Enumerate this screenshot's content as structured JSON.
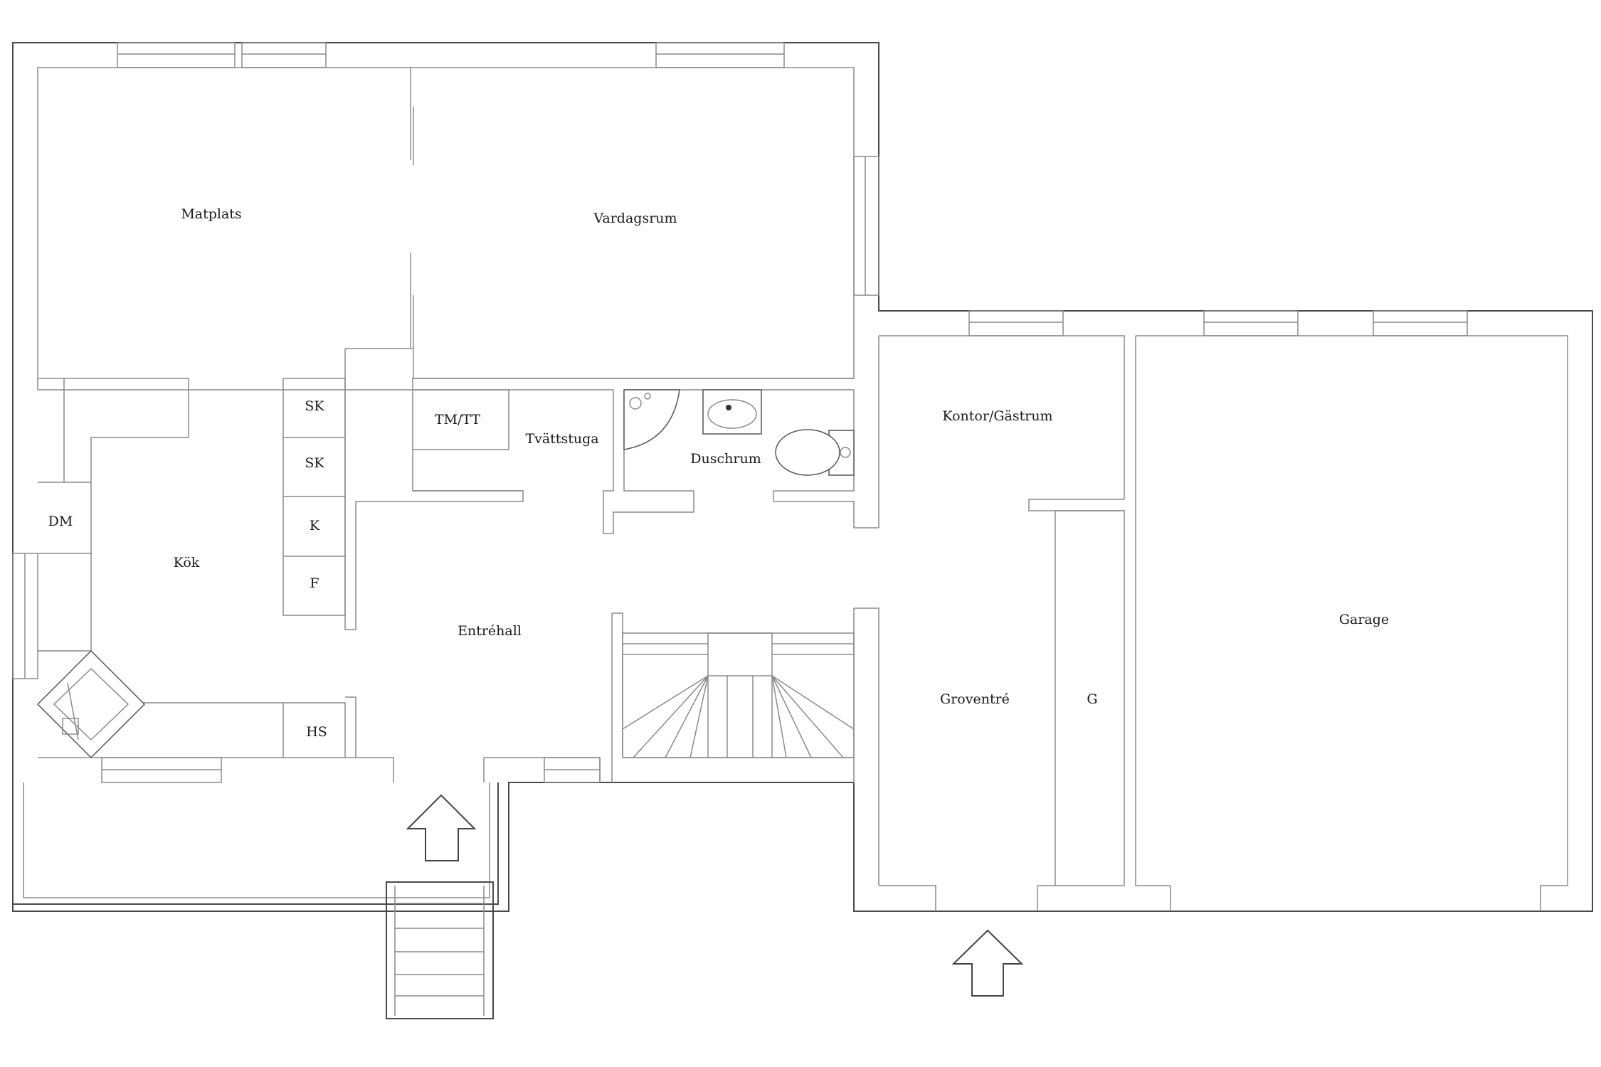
{
  "rooms": {
    "matplats": "Matplats",
    "vardagsrum": "Vardagsrum",
    "kok": "Kök",
    "entrehall": "Entréhall",
    "tvattstuga": "Tvättstuga",
    "duschrum": "Duschrum",
    "kontor": "Kontor/Gästrum",
    "groventre": "Groventré",
    "garage": "Garage"
  },
  "fixtures": {
    "sk1": "SK",
    "sk2": "SK",
    "k": "K",
    "f": "F",
    "hs": "HS",
    "dm": "DM",
    "g": "G",
    "tmtt": "TM/TT"
  },
  "colors": {
    "wall": "#4a4a4a",
    "text": "#1a1a1a",
    "background": "#ffffff"
  }
}
